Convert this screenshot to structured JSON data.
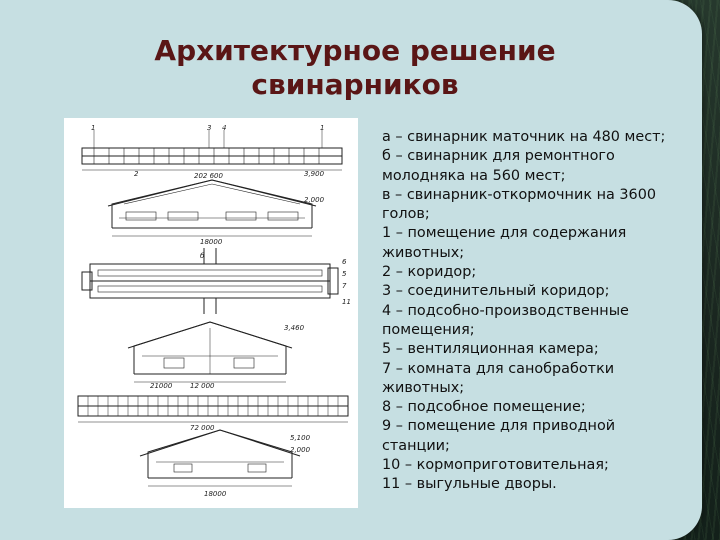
{
  "title": {
    "line1": "Архитектурное решение",
    "line2": "свинарников"
  },
  "figure": {
    "labels": {
      "a1": "1",
      "a2": "2",
      "a3": "3",
      "a4": "4",
      "a5": "1",
      "dim_top": "202 600",
      "elev_a1": "3,900",
      "elev_a2": "2,000",
      "span_a": "18000",
      "sec_b": "б",
      "b1": "6",
      "b2": "5",
      "b3": "7",
      "b4": "11",
      "elev_b1": "3,460",
      "span_b1": "12 000",
      "span_b2": "21000",
      "span_b3": "72 000",
      "elev_c1": "5,100",
      "elev_c2": "2,000",
      "span_c": "18000"
    }
  },
  "legend": [
    "а – свинарник маточник на 480 мест;",
    "б – свинарник для ремонтного",
    "молодняка на 560 мест;",
    "в – свинарник-откормочник на 3600",
    "голов;",
    "1 – помещение для содержания",
    "животных;",
    "2 – коридор;",
    "3 – соединительный коридор;",
    "4 – подсобно-производственные",
    "помещения;",
    "5 – вентиляционная камера;",
    "7 – комната для санобработки",
    "животных;",
    "8 – подсобное помещение;",
    "9 – помещение для приводной",
    "станции;",
    "10 – кормоприготовительная;",
    "11 – выгульные дворы."
  ],
  "colors": {
    "slide_bg": "#c6dfe2",
    "title": "#5a1616",
    "text": "#111111",
    "grass_bg": "#1c2a22"
  }
}
